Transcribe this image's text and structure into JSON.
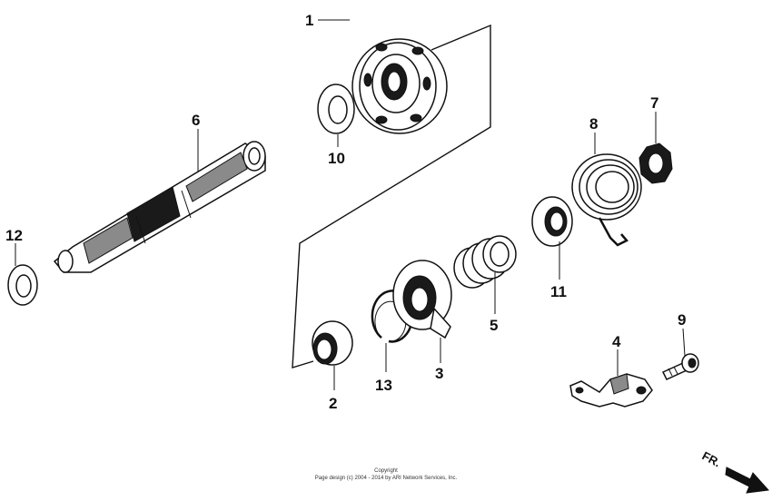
{
  "callouts": {
    "c1": "1",
    "c2": "2",
    "c3": "3",
    "c4": "4",
    "c5": "5",
    "c6": "6",
    "c7": "7",
    "c8": "8",
    "c9": "9",
    "c10": "10",
    "c11": "11",
    "c12": "12",
    "c13": "13"
  },
  "copyright": {
    "line1": "Copyright",
    "line2": "Page design (c) 2004 - 2014 by ARI Network Services, Inc."
  },
  "direction_label": "FR."
}
